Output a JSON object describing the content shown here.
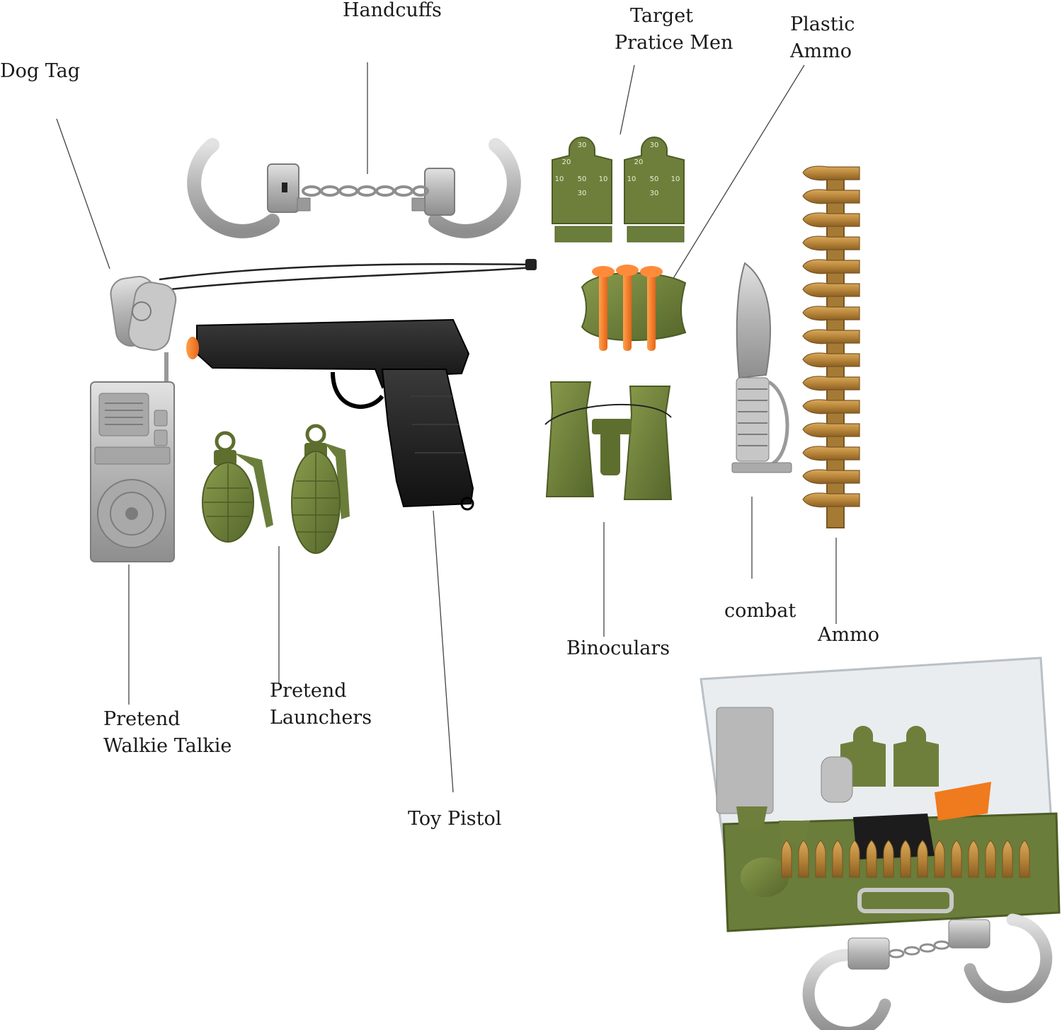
{
  "labels": {
    "dog_tag": "Dog Tag",
    "handcuffs": "Handcuffs",
    "target_line1": "Target",
    "target_line2": "Pratice Men",
    "plastic_ammo_line1": "Plastic",
    "plastic_ammo_line2": "Ammo",
    "walkie_line1": "Pretend",
    "walkie_line2": "Walkie Talkie",
    "launchers_line1": "Pretend",
    "launchers_line2": "Launchers",
    "toy_pistol": "Toy Pistol",
    "binoculars": "Binoculars",
    "combat": "combat",
    "ammo": "Ammo"
  },
  "targets": {
    "score_outer": "10",
    "score_mid": "20",
    "score_inner": "30",
    "score_center": "50"
  },
  "colors": {
    "army_green": "#6b7d3a",
    "dark_green": "#4d5c25",
    "silver": "#b8b8b8",
    "orange": "#f07a1e",
    "brass": "#b8863a",
    "black": "#1c1c1c"
  }
}
